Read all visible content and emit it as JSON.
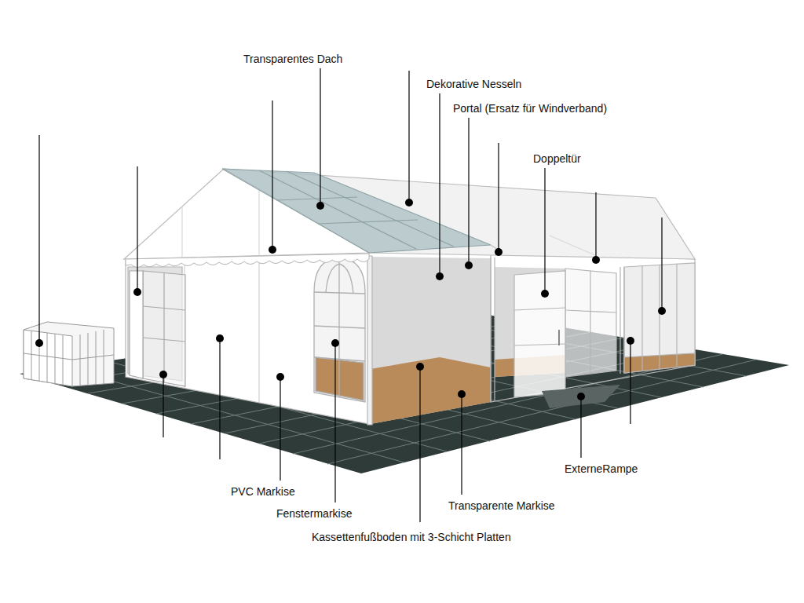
{
  "diagram": {
    "labels": [
      "Transparentes Dach",
      "Dekorative Nesseln",
      "Portal (Ersatz für Windverband)",
      "Doppeltür",
      "PVC Markise",
      "Fenstermarkise",
      "Kassettenfußboden mit 3-Schicht Platten",
      "Transparente Markise",
      "ExterneRampe"
    ]
  }
}
